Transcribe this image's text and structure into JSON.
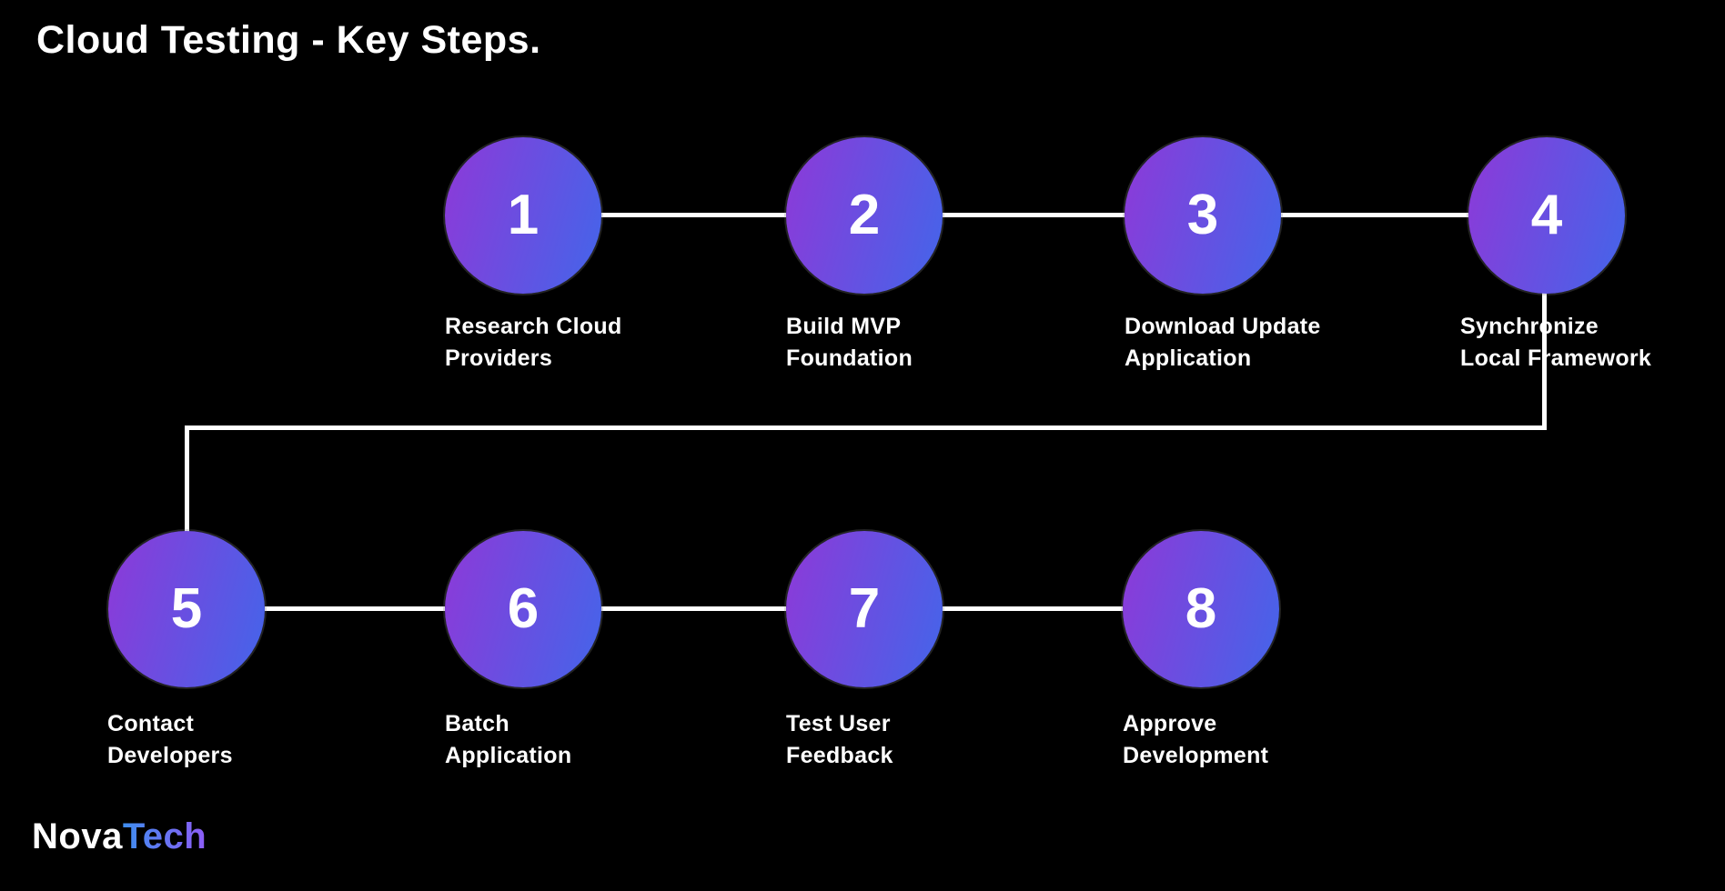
{
  "title": "Cloud Testing - Key Steps.",
  "steps": [
    {
      "number": "1",
      "line1": "Research Cloud",
      "line2": "Providers"
    },
    {
      "number": "2",
      "line1": "Build MVP",
      "line2": "Foundation"
    },
    {
      "number": "3",
      "line1": "Download Update",
      "line2": "Application"
    },
    {
      "number": "4",
      "line1": "Synchronize",
      "line2": "Local Framework"
    },
    {
      "number": "5",
      "line1": "Contact",
      "line2": "Developers"
    },
    {
      "number": "6",
      "line1": "Batch",
      "line2": "Application"
    },
    {
      "number": "7",
      "line1": "Test User",
      "line2": "Feedback"
    },
    {
      "number": "8",
      "line1": "Approve",
      "line2": "Development"
    }
  ],
  "logo": {
    "prefix": "Nova",
    "suffix": "Tech"
  },
  "colors": {
    "background": "#000000",
    "circle_gradient_start": "#8a3bd9",
    "circle_gradient_end": "#4a61e8",
    "connector": "#ffffff",
    "text": "#ffffff",
    "logo_gradient_start": "#3e8ef0",
    "logo_gradient_end": "#8e5cf6"
  }
}
